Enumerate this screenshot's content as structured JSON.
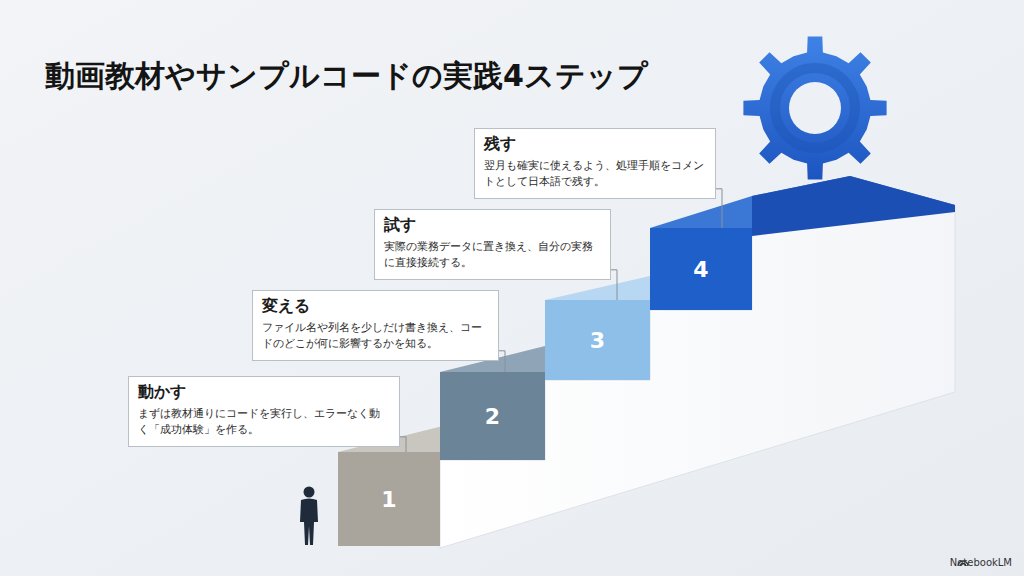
{
  "diagram": {
    "title": "動画教材やサンプルコードの実践4ステップ",
    "nodes": [
      {
        "text": [
          "動かす",
          "まずは教材通りにコードを実行し、エラーなく動く「成功体験」を作る。"
        ]
      },
      {
        "text": [
          "変える",
          "ファイル名や列名を少しだけ書き換え、コードのどこが何に影響するかを知る。"
        ]
      },
      {
        "text": [
          "試す",
          "実際の業務データに置き換え、自分の実務に直接接続する。"
        ]
      },
      {
        "text": [
          "残す",
          "翌月も確実に使えるよう、処理手順をコメントとして日本語で残す。"
        ]
      },
      {
        "text": [
          "1"
        ]
      },
      {
        "text": [
          "2"
        ]
      },
      {
        "text": [
          "3"
        ]
      },
      {
        "text": [
          "4"
        ]
      }
    ],
    "edges": [
      {
        "from": 0,
        "to": 4,
        "arrow": "none"
      },
      {
        "from": 1,
        "to": 5,
        "arrow": "none"
      },
      {
        "from": 2,
        "to": 6,
        "arrow": "none"
      },
      {
        "from": 3,
        "to": 7,
        "arrow": "none"
      }
    ],
    "labels": [
      "NotebookLM"
    ]
  }
}
